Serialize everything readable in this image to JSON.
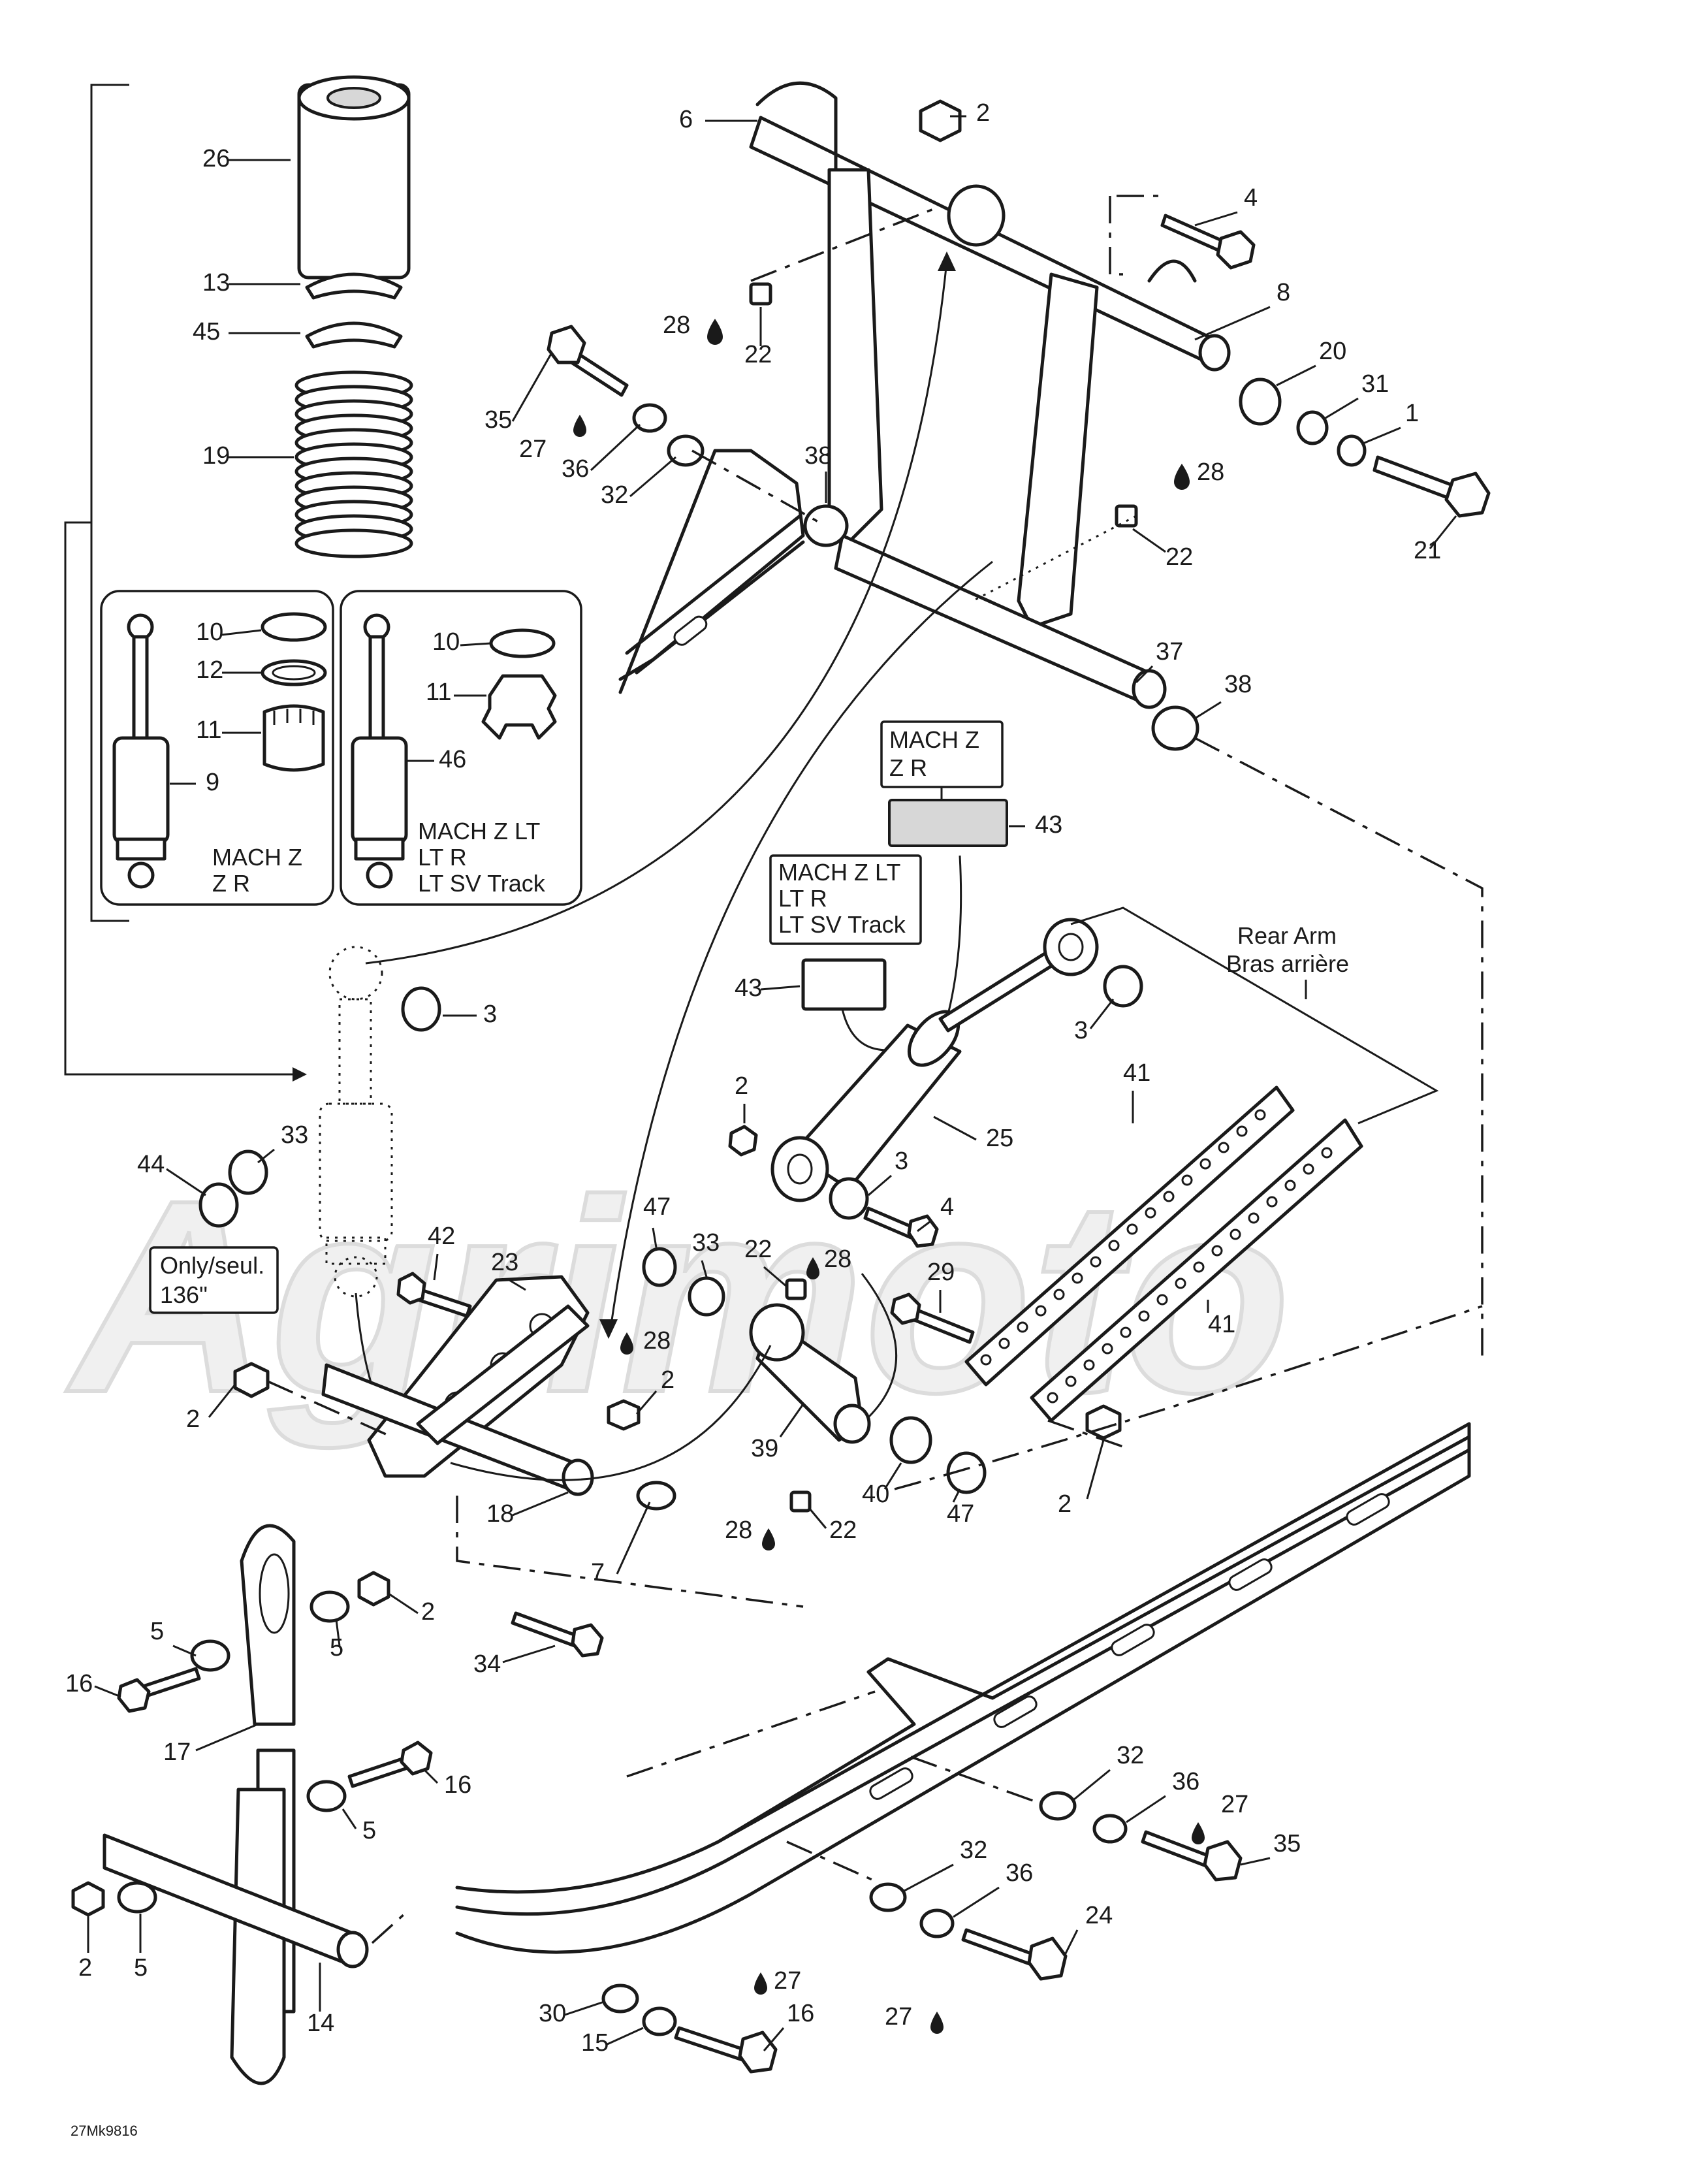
{
  "watermark": "Agrimoto",
  "drawing_code": "27Mk9816",
  "notes": {
    "rear_arm_en": "Rear Arm",
    "rear_arm_fr": "Bras arrière",
    "only_line1": "Only/seul.",
    "only_line2": "136\"",
    "box_left_line1": "MACH Z",
    "box_left_line2": "Z R",
    "box_right_line1": "MACH Z LT",
    "box_right_line2": "LT R",
    "box_right_line3": "LT SV Track",
    "label_a_line1": "MACH Z",
    "label_a_line2": "Z R",
    "label_b_line1": "MACH Z LT",
    "label_b_line2": "LT R",
    "label_b_line3": "LT SV Track"
  },
  "callouts": [
    {
      "id": "c26",
      "text": "26"
    },
    {
      "id": "c13",
      "text": "13"
    },
    {
      "id": "c45",
      "text": "45"
    },
    {
      "id": "c19",
      "text": "19"
    },
    {
      "id": "c10a",
      "text": "10"
    },
    {
      "id": "c12",
      "text": "12"
    },
    {
      "id": "c11a",
      "text": "11"
    },
    {
      "id": "c9",
      "text": "9"
    },
    {
      "id": "c10b",
      "text": "10"
    },
    {
      "id": "c11b",
      "text": "11"
    },
    {
      "id": "c46",
      "text": "46"
    },
    {
      "id": "c6",
      "text": "6"
    },
    {
      "id": "c2a",
      "text": "2"
    },
    {
      "id": "c4a",
      "text": "4"
    },
    {
      "id": "c8",
      "text": "8"
    },
    {
      "id": "c20",
      "text": "20"
    },
    {
      "id": "c31",
      "text": "31"
    },
    {
      "id": "c1",
      "text": "1"
    },
    {
      "id": "c21",
      "text": "21"
    },
    {
      "id": "c28a",
      "text": "28"
    },
    {
      "id": "c22a",
      "text": "22"
    },
    {
      "id": "c35a",
      "text": "35"
    },
    {
      "id": "c27a",
      "text": "27"
    },
    {
      "id": "c36a",
      "text": "36"
    },
    {
      "id": "c32a",
      "text": "32"
    },
    {
      "id": "c38a",
      "text": "38"
    },
    {
      "id": "c28b",
      "text": "28"
    },
    {
      "id": "c22b",
      "text": "22"
    },
    {
      "id": "c37",
      "text": "37"
    },
    {
      "id": "c38b",
      "text": "38"
    },
    {
      "id": "c43a",
      "text": "43"
    },
    {
      "id": "c43b",
      "text": "43"
    },
    {
      "id": "c3a",
      "text": "3"
    },
    {
      "id": "c3b",
      "text": "3"
    },
    {
      "id": "c2b",
      "text": "2"
    },
    {
      "id": "c25",
      "text": "25"
    },
    {
      "id": "c3c",
      "text": "3"
    },
    {
      "id": "c4b",
      "text": "4"
    },
    {
      "id": "c41a",
      "text": "41"
    },
    {
      "id": "c41b",
      "text": "41"
    },
    {
      "id": "c33a",
      "text": "33"
    },
    {
      "id": "c44",
      "text": "44"
    },
    {
      "id": "c47a",
      "text": "47"
    },
    {
      "id": "c33b",
      "text": "33"
    },
    {
      "id": "c22c",
      "text": "22"
    },
    {
      "id": "c28c",
      "text": "28"
    },
    {
      "id": "c29",
      "text": "29"
    },
    {
      "id": "c42",
      "text": "42"
    },
    {
      "id": "c23",
      "text": "23"
    },
    {
      "id": "c28d",
      "text": "28"
    },
    {
      "id": "c2c",
      "text": "2"
    },
    {
      "id": "c2d",
      "text": "2"
    },
    {
      "id": "c39",
      "text": "39"
    },
    {
      "id": "c40",
      "text": "40"
    },
    {
      "id": "c47b",
      "text": "47"
    },
    {
      "id": "c2e",
      "text": "2"
    },
    {
      "id": "c18",
      "text": "18"
    },
    {
      "id": "c28e",
      "text": "28"
    },
    {
      "id": "c22d",
      "text": "22"
    },
    {
      "id": "c7",
      "text": "7"
    },
    {
      "id": "c34",
      "text": "34"
    },
    {
      "id": "c2f",
      "text": "2"
    },
    {
      "id": "c5a",
      "text": "5"
    },
    {
      "id": "c5b",
      "text": "5"
    },
    {
      "id": "c16a",
      "text": "16"
    },
    {
      "id": "c17",
      "text": "17"
    },
    {
      "id": "c16b",
      "text": "16"
    },
    {
      "id": "c5c",
      "text": "5"
    },
    {
      "id": "c2g",
      "text": "2"
    },
    {
      "id": "c5d",
      "text": "5"
    },
    {
      "id": "c14",
      "text": "14"
    },
    {
      "id": "c32b",
      "text": "32"
    },
    {
      "id": "c36b",
      "text": "36"
    },
    {
      "id": "c27b",
      "text": "27"
    },
    {
      "id": "c35b",
      "text": "35"
    },
    {
      "id": "c32c",
      "text": "32"
    },
    {
      "id": "c36c",
      "text": "36"
    },
    {
      "id": "c24",
      "text": "24"
    },
    {
      "id": "c27c",
      "text": "27"
    },
    {
      "id": "c30",
      "text": "30"
    },
    {
      "id": "c15",
      "text": "15"
    },
    {
      "id": "c16c",
      "text": "16"
    },
    {
      "id": "c27d",
      "text": "27"
    }
  ]
}
